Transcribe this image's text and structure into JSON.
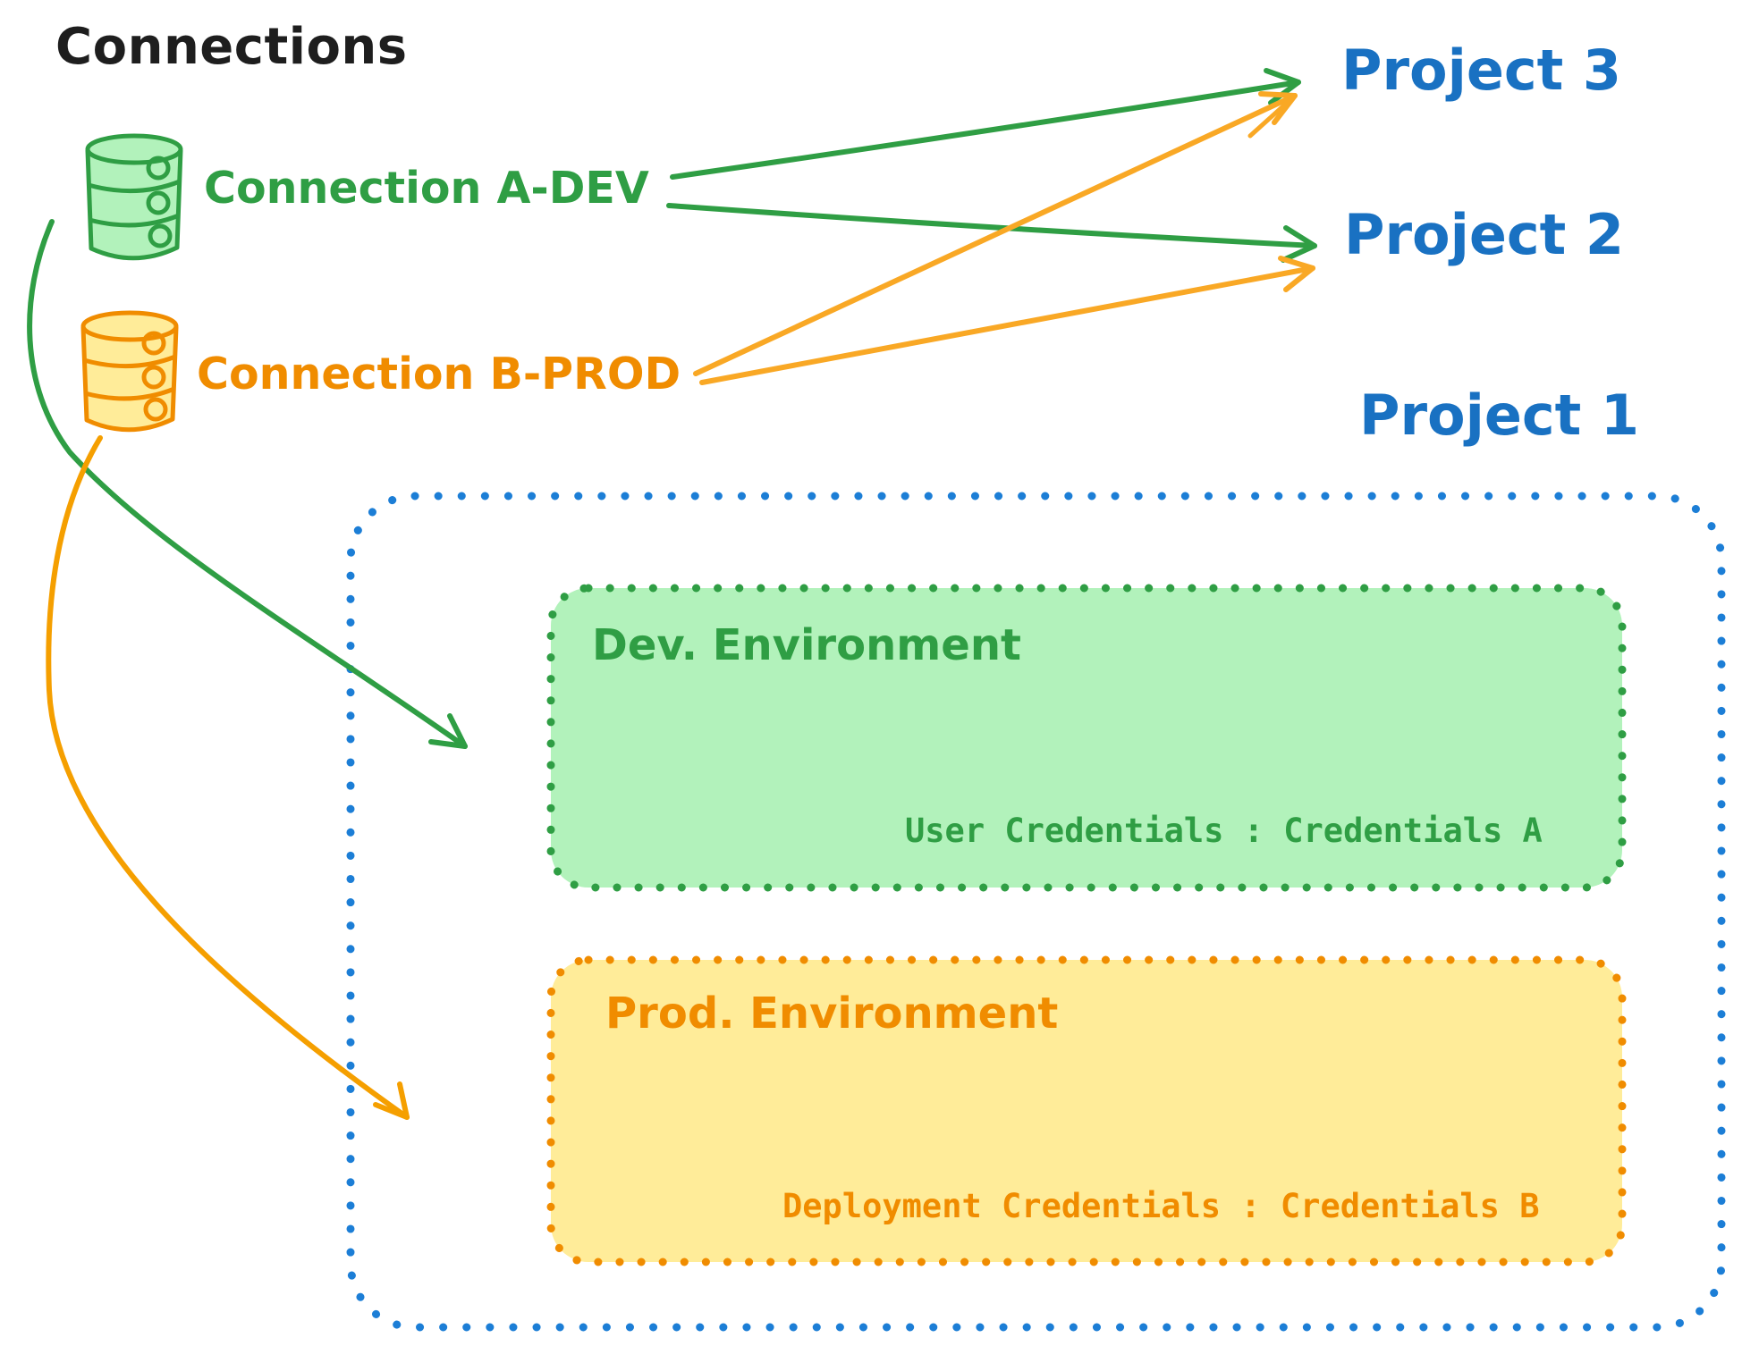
{
  "title": "Connections",
  "connections": [
    {
      "id": "a-dev",
      "label": "Connection A-DEV",
      "color": "#2f9e44"
    },
    {
      "id": "b-prod",
      "label": "Connection B-PROD",
      "color": "#f08c00"
    }
  ],
  "projects": [
    {
      "label": "Project 3"
    },
    {
      "label": "Project 2"
    },
    {
      "label": "Project 1"
    }
  ],
  "environments": {
    "dev": {
      "title": "Dev. Environment",
      "credentials": "User Credentials : Credentials A"
    },
    "prod": {
      "title": "Prod. Environment",
      "credentials": "Deployment Credentials : Credentials B"
    }
  },
  "colors": {
    "title_text": "#1e1e1e",
    "green_stroke": "#2f9e44",
    "green_fill": "#b2f2bb",
    "orange_stroke": "#f08c00",
    "orange_fill": "#ffec99",
    "orange_arrow": "#f9a825",
    "blue_border": "#1c7ed6",
    "blue_text": "#1971c2",
    "background": "#ffffff"
  },
  "icons": [
    {
      "name": "database-icon-green",
      "meaning": "Connection A-DEV database"
    },
    {
      "name": "database-icon-orange",
      "meaning": "Connection B-PROD database"
    }
  ]
}
